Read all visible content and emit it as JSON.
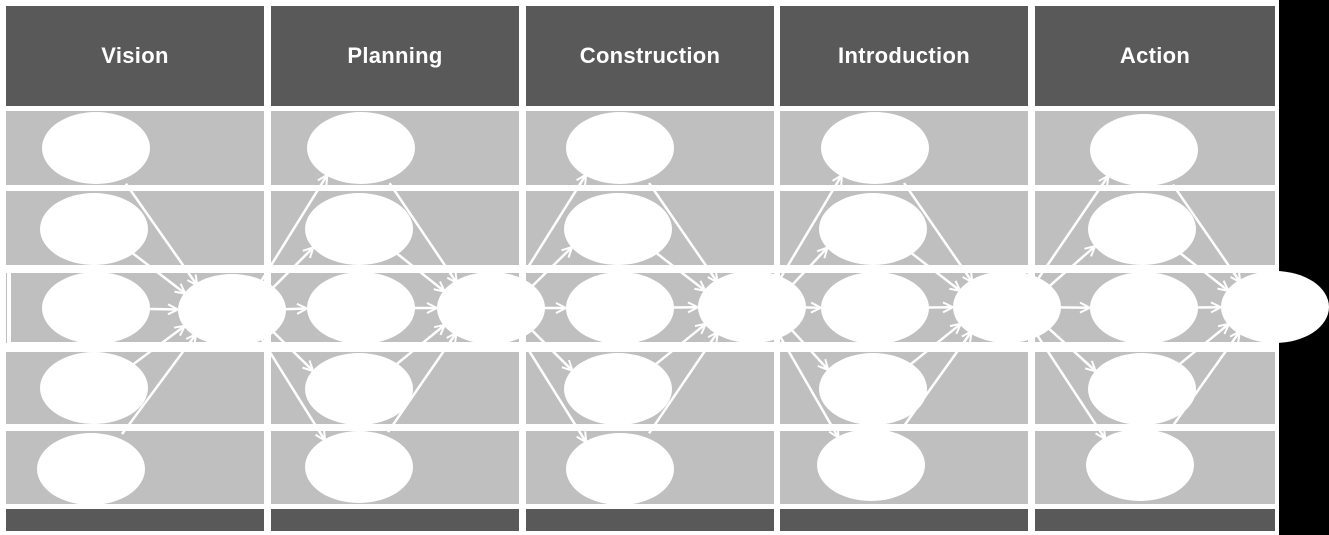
{
  "columns": [
    {
      "title": "Vision"
    },
    {
      "title": "Planning"
    },
    {
      "title": "Construction"
    },
    {
      "title": "Introduction"
    },
    {
      "title": "Action"
    }
  ],
  "colors": {
    "header": "#595959",
    "band": "#bfbfbf",
    "divider": "#ffffff",
    "node": "#ffffff",
    "arrow": "#ffffff",
    "edge": "#000000"
  }
}
